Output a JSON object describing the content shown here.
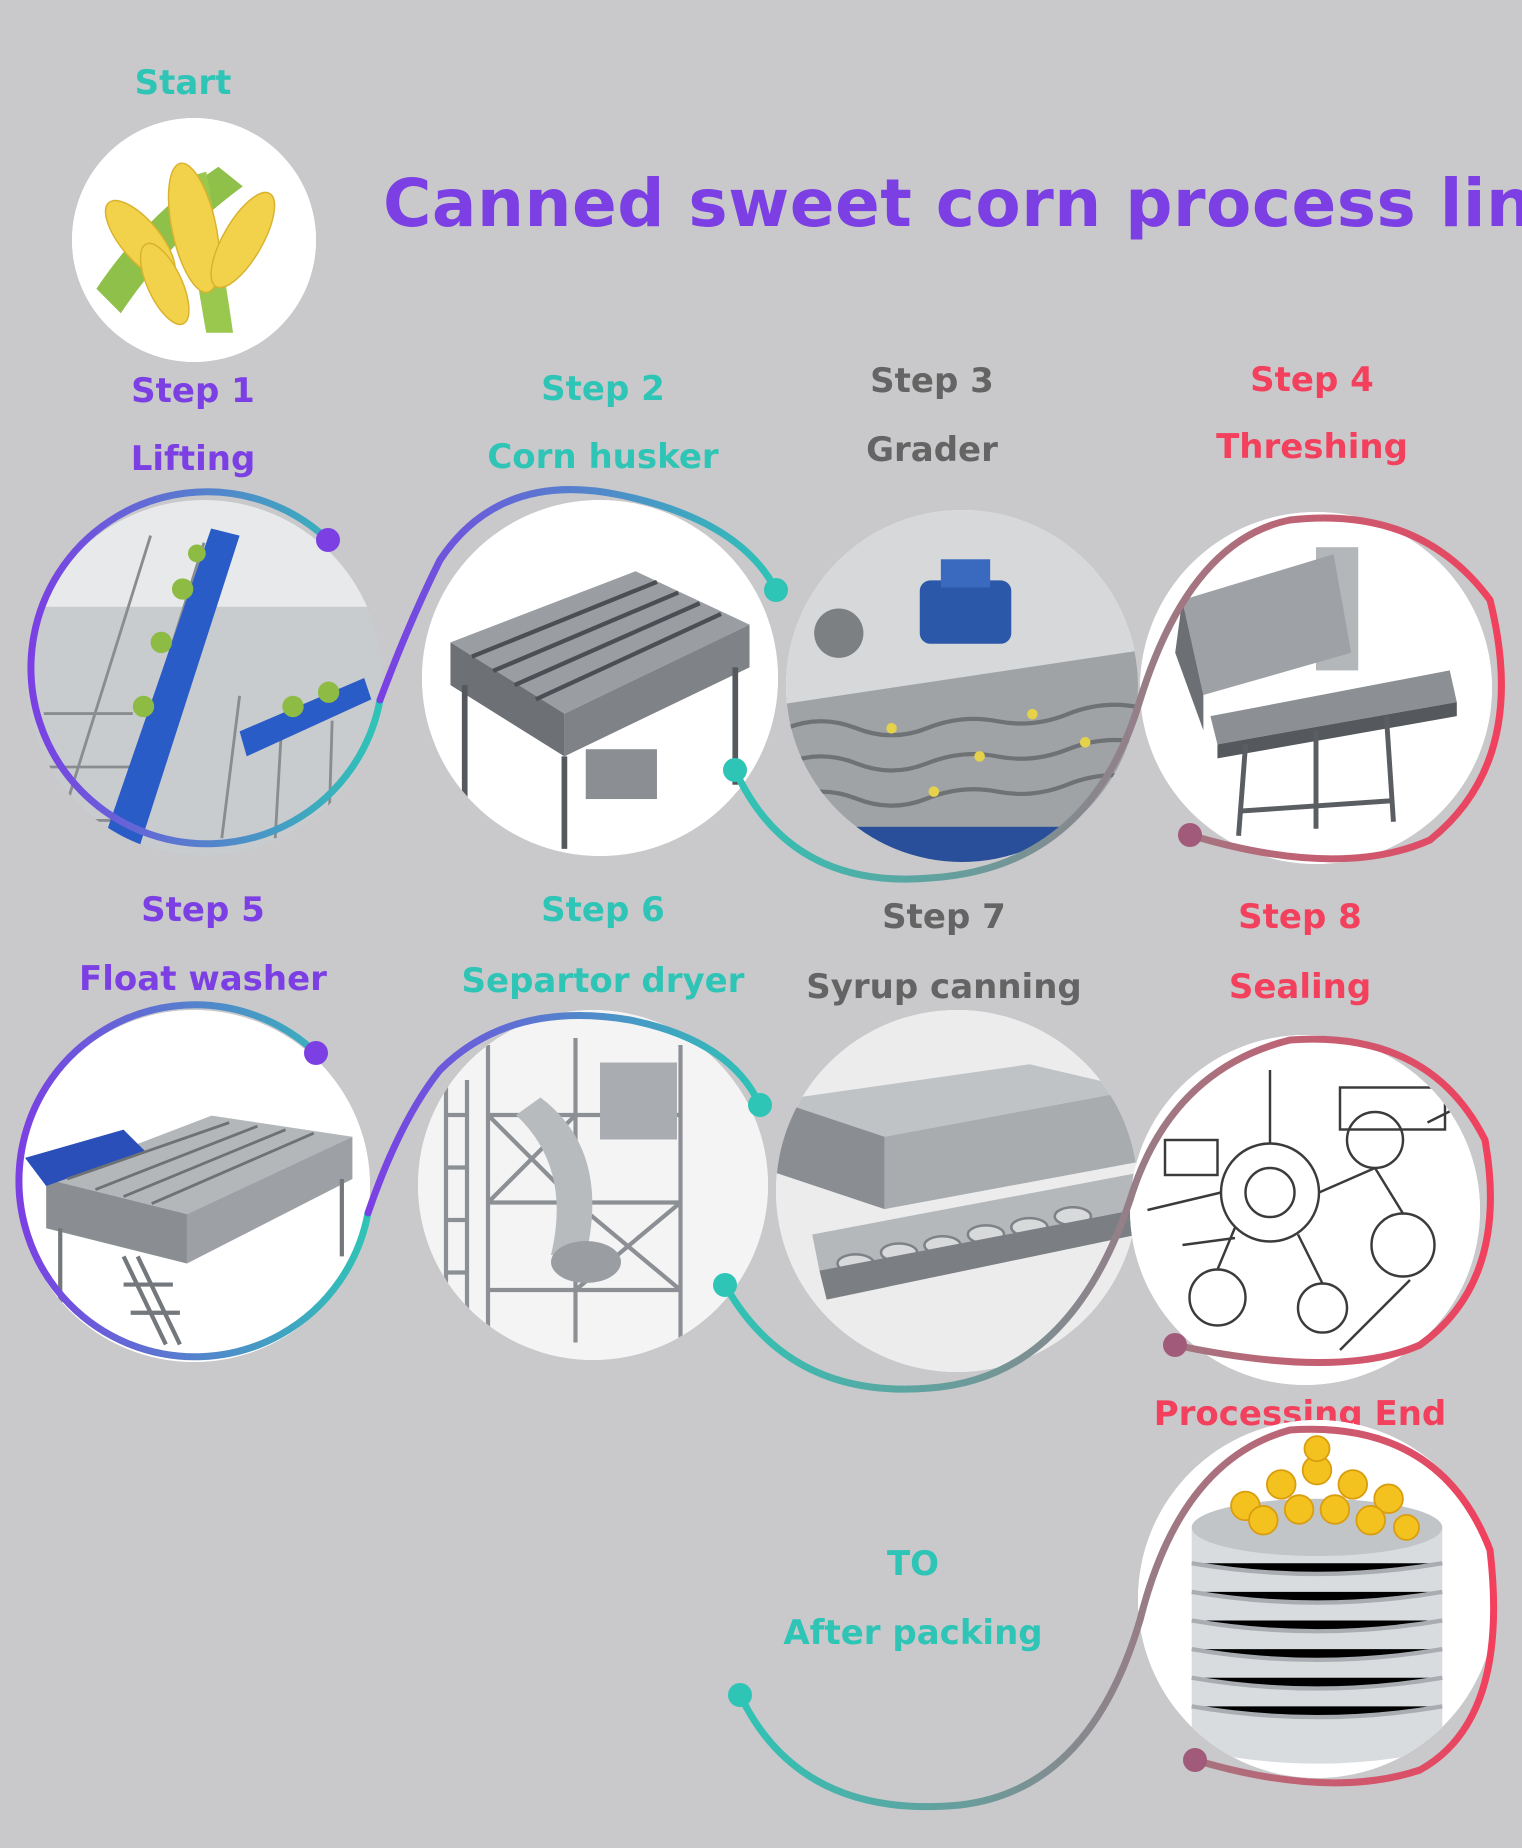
{
  "title": "Canned sweet corn process line",
  "start": {
    "label": "Start",
    "icon": "corn-cobs-photo"
  },
  "steps": [
    {
      "num": "Step 1",
      "name": "Lifting",
      "color": "#7b3fe4",
      "icon": "elevator-conveyor-photo"
    },
    {
      "num": "Step 2",
      "name": "Corn husker",
      "color": "#2ec4b6",
      "icon": "husker-machine-photo"
    },
    {
      "num": "Step 3",
      "name": "Grader",
      "color": "#646464",
      "icon": "vibrating-grader-photo"
    },
    {
      "num": "Step 4",
      "name": "Threshing",
      "color": "#f2405d",
      "icon": "thresher-machine-photo"
    },
    {
      "num": "Step 5",
      "name": "Float washer",
      "color": "#7b3fe4",
      "icon": "float-washer-photo"
    },
    {
      "num": "Step 6",
      "name": "Separtor dryer",
      "color": "#2ec4b6",
      "icon": "separator-dryer-photo"
    },
    {
      "num": "Step 7",
      "name": "Syrup canning",
      "color": "#646464",
      "icon": "canning-line-photo"
    },
    {
      "num": "Step 8",
      "name": "Sealing",
      "color": "#f2405d",
      "icon": "seamer-drawing-photo"
    }
  ],
  "end": {
    "label": "Processing End",
    "color": "#f2405d",
    "icon": "canned-corn-photo"
  },
  "next": {
    "line1": "TO",
    "line2": "After packing",
    "color": "#2ec4b6"
  },
  "colors": {
    "purple": "#7b3fe4",
    "teal": "#2ec4b6",
    "gray": "#646464",
    "red": "#f2405d",
    "background": "#c9c9cb"
  }
}
